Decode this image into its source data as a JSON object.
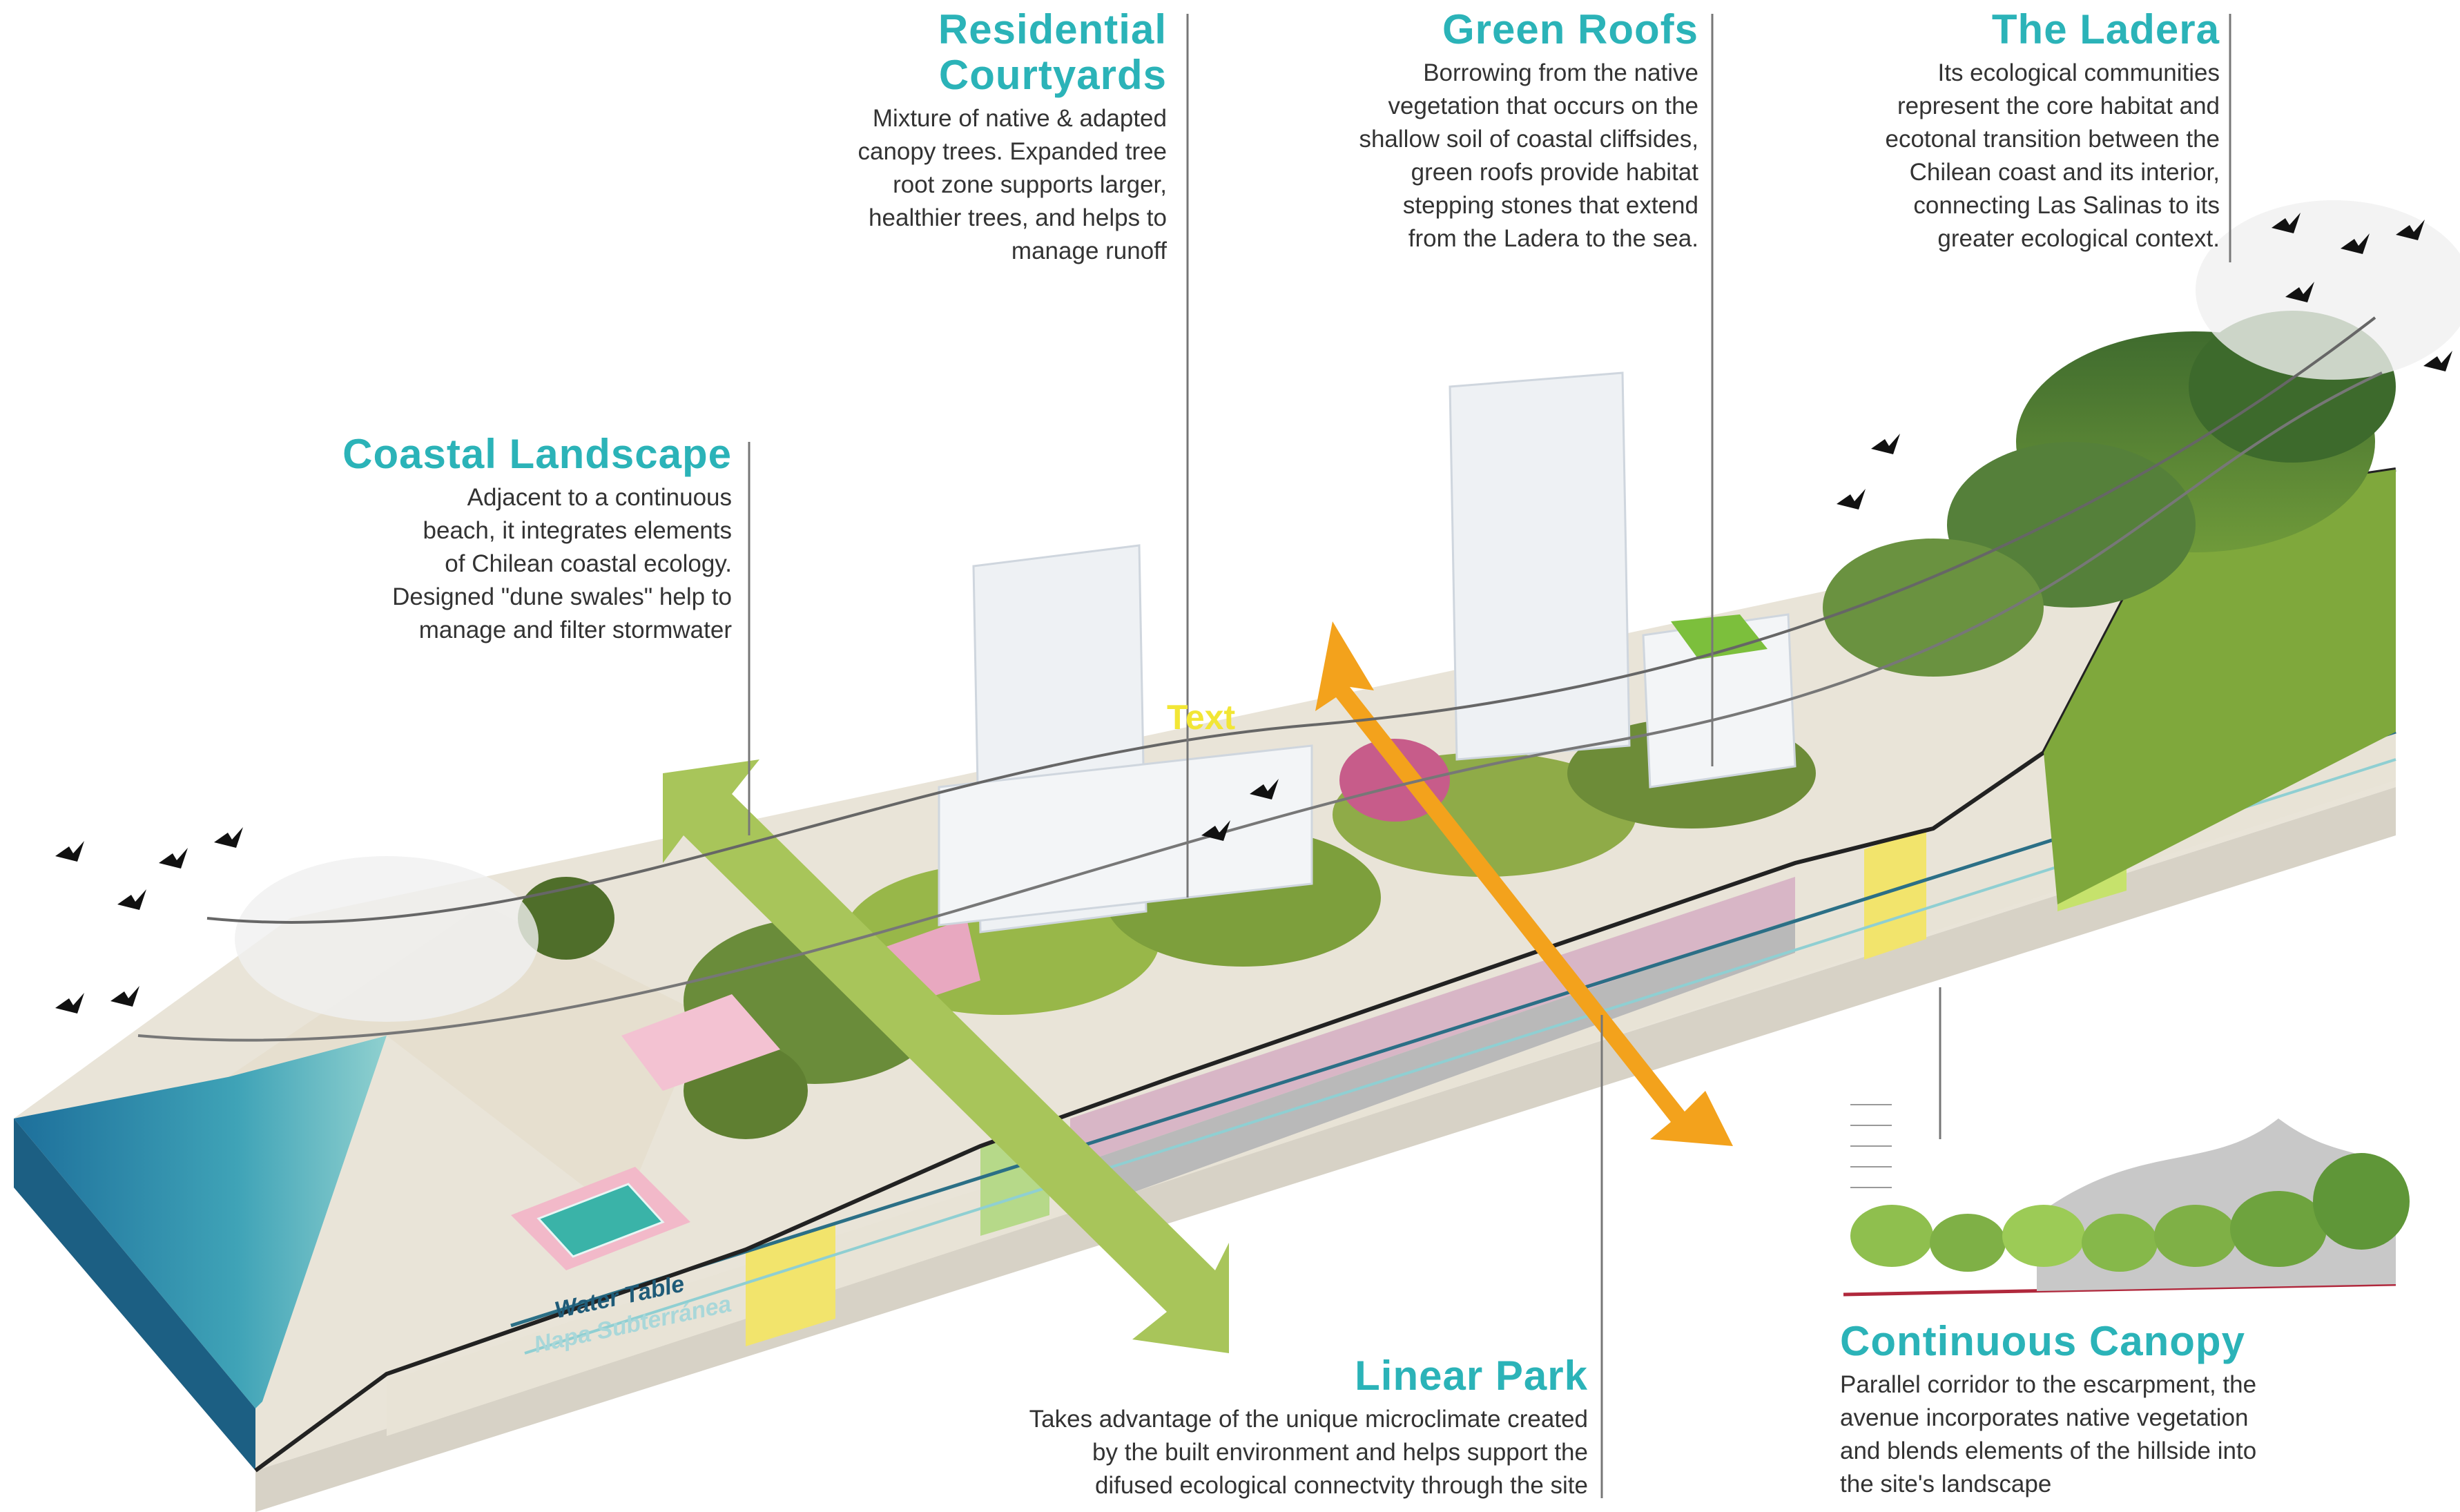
{
  "callouts": {
    "residential": {
      "title_line1": "Residential",
      "title_line2": "Courtyards",
      "body": [
        "Mixture of native & adapted",
        "canopy trees. Expanded tree",
        "root zone supports larger,",
        "healthier trees, and helps to",
        "manage runoff"
      ]
    },
    "green_roofs": {
      "title": "Green Roofs",
      "body": [
        "Borrowing from the native",
        "vegetation that occurs on the",
        "shallow soil  of coastal cliffsides,",
        "green roofs provide habitat",
        "stepping stones that extend",
        "from the Ladera to the sea."
      ]
    },
    "ladera": {
      "title": "The Ladera",
      "body": [
        "Its ecological communities",
        "represent the core habitat and",
        "ecotonal transition between the",
        "Chilean coast and its interior,",
        "connecting Las Salinas to its",
        "greater ecological context."
      ]
    },
    "coastal": {
      "title": "Coastal Landscape",
      "body": [
        "Adjacent to a continuous",
        "beach, it integrates elements",
        "of Chilean coastal ecology.",
        "Designed \"dune swales\" help to",
        "manage and filter stormwater"
      ]
    },
    "linear_park": {
      "title": "Linear Park",
      "body": [
        "Takes advantage of the unique microclimate created",
        "by the built environment and helps support the",
        "difused ecological connectvity through the site"
      ]
    },
    "canopy": {
      "title": "Continuous Canopy",
      "body": [
        "Parallel corridor to the escarpment, the",
        "avenue incorporates native vegetation",
        "and blends elements of the hillside into",
        "the site's landscape"
      ]
    }
  },
  "labels": {
    "water_table": "Water Table",
    "napa": "Napa Subterránea",
    "text_marker": "Text"
  },
  "colors": {
    "accent": "#2bb3b8",
    "arrow_green": "#a8c55a",
    "arrow_orange": "#f3a21c",
    "ocean": "#2a7fa8",
    "hill": "#7fa83c"
  }
}
